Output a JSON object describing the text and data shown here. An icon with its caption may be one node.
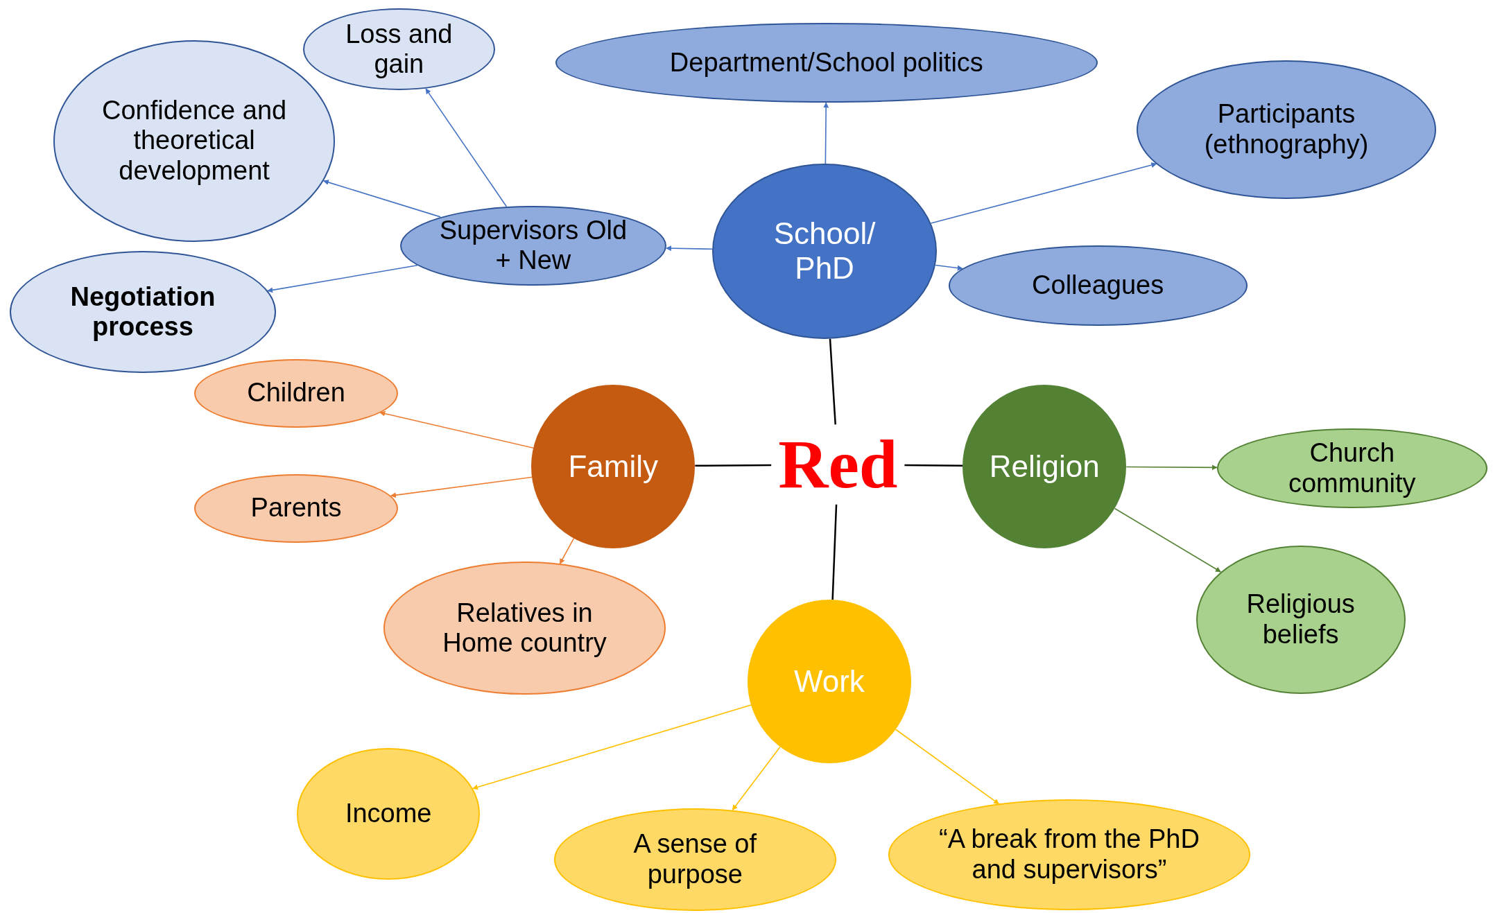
{
  "diagram": {
    "nodes": [
      {
        "text": [
          "Loss and gain"
        ]
      },
      {
        "text": [
          "Department/School politics"
        ]
      },
      {
        "text": [
          "Confidence and theoretical development"
        ]
      },
      {
        "text": [
          "Participants (ethnography)"
        ]
      },
      {
        "text": [
          "Supervisors Old + New"
        ]
      },
      {
        "text": [
          "School/ PhD"
        ]
      },
      {
        "text": [
          "Colleagues"
        ]
      },
      {
        "text": [
          "Negotiation process"
        ]
      },
      {
        "text": [
          "Children"
        ]
      },
      {
        "text": [
          "Family"
        ]
      },
      {
        "text": [
          "Red"
        ]
      },
      {
        "text": [
          "Religion"
        ]
      },
      {
        "text": [
          "Church community"
        ]
      },
      {
        "text": [
          "Parents"
        ]
      },
      {
        "text": [
          "Relatives in Home country"
        ]
      },
      {
        "text": [
          "Religious beliefs"
        ]
      },
      {
        "text": [
          "Work"
        ]
      },
      {
        "text": [
          "Income"
        ]
      },
      {
        "text": [
          "A sense of purpose"
        ]
      },
      {
        "text": [
          "“A break from the PhD and supervisors”"
        ]
      }
    ],
    "edges": [
      {
        "from": 5,
        "to": 1,
        "arrow": "to"
      },
      {
        "from": 5,
        "to": 3,
        "arrow": "to"
      },
      {
        "from": 5,
        "to": 6,
        "arrow": "to"
      },
      {
        "from": 5,
        "to": 4,
        "arrow": "to"
      },
      {
        "from": 4,
        "to": 2,
        "arrow": "to"
      },
      {
        "from": 4,
        "to": 0,
        "arrow": "to"
      },
      {
        "from": 4,
        "to": 7,
        "arrow": "to"
      },
      {
        "from": 10,
        "to": 5,
        "arrow": "none",
        "color": "#000000"
      },
      {
        "from": 10,
        "to": 9,
        "arrow": "none",
        "color": "#000000"
      },
      {
        "from": 10,
        "to": 11,
        "arrow": "none",
        "color": "#000000"
      },
      {
        "from": 10,
        "to": 16,
        "arrow": "none",
        "color": "#000000"
      },
      {
        "from": 9,
        "to": 8,
        "arrow": "to",
        "color": "#ed7d31"
      },
      {
        "from": 9,
        "to": 13,
        "arrow": "to",
        "color": "#ed7d31"
      },
      {
        "from": 9,
        "to": 14,
        "arrow": "to",
        "color": "#ed7d31"
      },
      {
        "from": 11,
        "to": 12,
        "arrow": "to",
        "color": "#548235"
      },
      {
        "from": 11,
        "to": 15,
        "arrow": "to",
        "color": "#548235"
      },
      {
        "from": 16,
        "to": 17,
        "arrow": "to",
        "color": "#ffc000"
      },
      {
        "from": 16,
        "to": 18,
        "arrow": "to",
        "color": "#ffc000"
      },
      {
        "from": 16,
        "to": 19,
        "arrow": "to",
        "color": "#ffc000"
      }
    ]
  }
}
